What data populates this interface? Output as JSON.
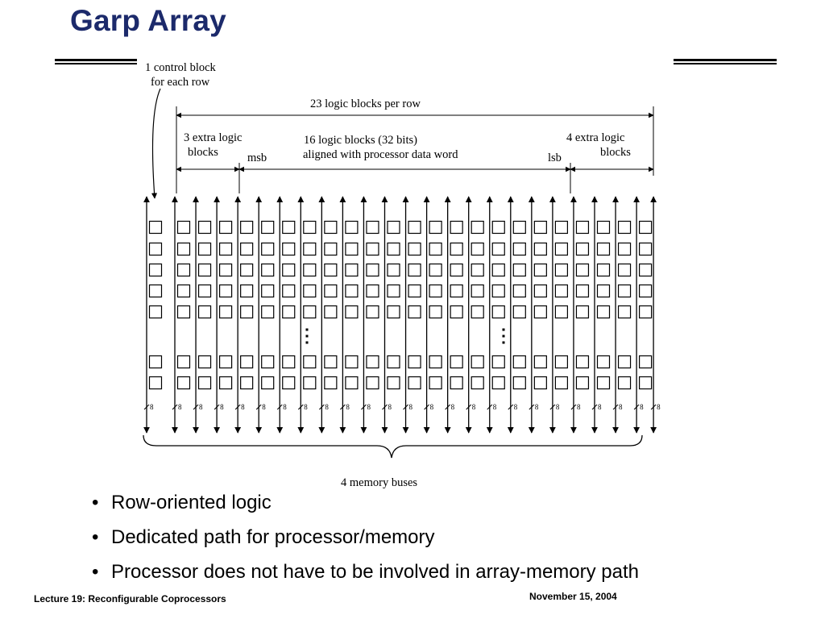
{
  "slide": {
    "title": "Garp Array",
    "footer_left": "Lecture 19: Reconfigurable Coprocessors",
    "footer_right": "November 15, 2004"
  },
  "diagram": {
    "control_label_line1": "1 control block",
    "control_label_line2": "for each row",
    "total_label": "23 logic blocks per row",
    "left_extra_line1": "3 extra logic",
    "left_extra_line2": "blocks",
    "msb": "msb",
    "middle_line1": "16 logic blocks (32 bits)",
    "middle_line2": "aligned with processor data word",
    "lsb": "lsb",
    "right_extra_line1": "4 extra logic",
    "right_extra_line2": "blocks",
    "bus_width": "8",
    "memory_buses_label": "4 memory buses"
  },
  "bullets": [
    "Row-oriented logic",
    "Dedicated path for processor/memory",
    "Processor does not have to be involved in array-memory path"
  ]
}
